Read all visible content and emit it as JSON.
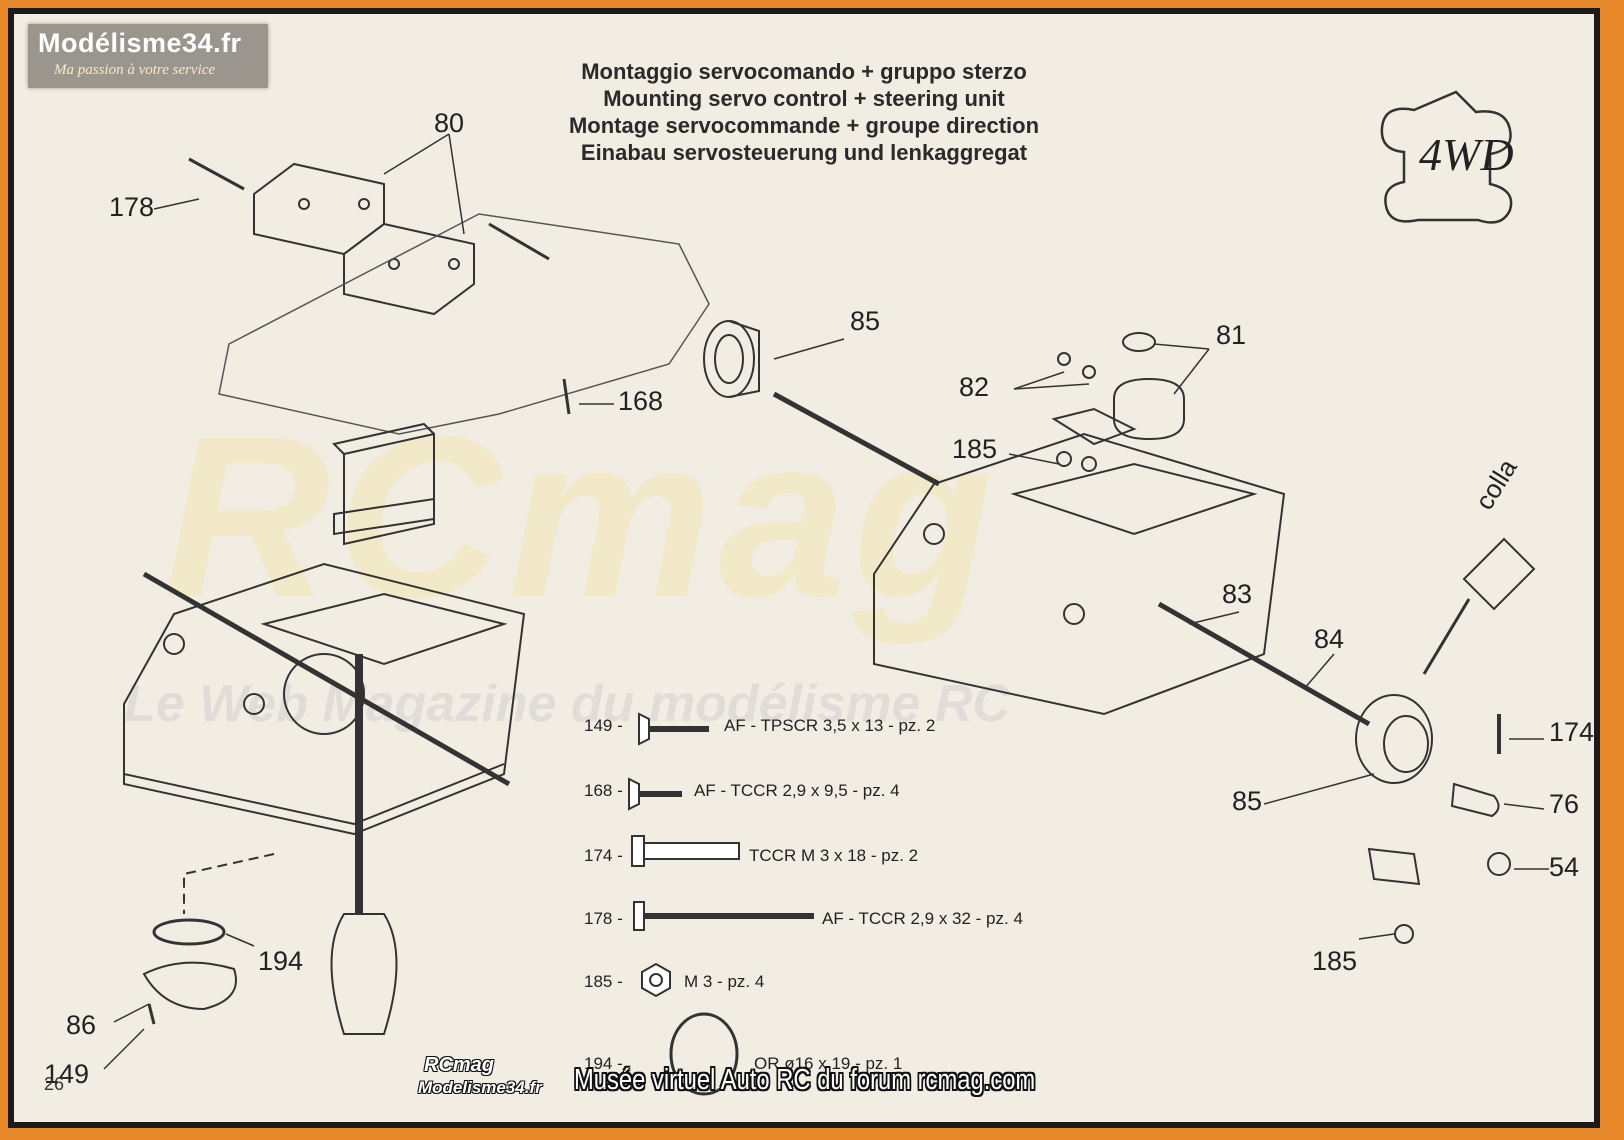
{
  "badge": {
    "site": "Modélisme34.fr",
    "tagline": "Ma passion à votre service"
  },
  "titles": [
    "Montaggio servocomando + gruppo sterzo",
    "Mounting servo control + steering unit",
    "Montage servocommande + groupe direction",
    "Einabau servosteuerung und lenkaggregat"
  ],
  "logo_4wd": "4WD",
  "watermark": {
    "big": "RCmag",
    "tagline": "Le Web Magazine du modélisme RC"
  },
  "callouts": {
    "c80": "80",
    "c178": "178",
    "c168": "168",
    "c85a": "85",
    "c81": "81",
    "c82": "82",
    "c185a": "185",
    "c83": "83",
    "c84": "84",
    "c85b": "85",
    "c174": "174",
    "c76": "76",
    "c54": "54",
    "c185b": "185",
    "c194": "194",
    "c86": "86",
    "c149": "149"
  },
  "colla": "colla",
  "hardware": [
    {
      "code": "149 -",
      "desc": "AF - TPSCR 3,5 x 13 - pz. 2"
    },
    {
      "code": "168 -",
      "desc": "AF - TCCR 2,9 x 9,5 - pz. 4"
    },
    {
      "code": "174 -",
      "desc": "TCCR M 3 x 18 - pz. 2"
    },
    {
      "code": "178 -",
      "desc": "AF - TCCR 2,9 x 32 - pz. 4"
    },
    {
      "code": "185 -",
      "desc": "M 3 - pz. 4"
    },
    {
      "code": "194 -",
      "desc": "OR ø16 x 19 - pz. 1"
    }
  ],
  "page_number": "26",
  "footer": {
    "logo_top": "RCmag",
    "logo_bottom": "Modelisme34.fr",
    "caption": "Musée virtuel Auto RC du forum rcmag.com"
  },
  "colors": {
    "frame": "#e8892a",
    "paper": "#f1ede3",
    "ink": "#222222"
  }
}
